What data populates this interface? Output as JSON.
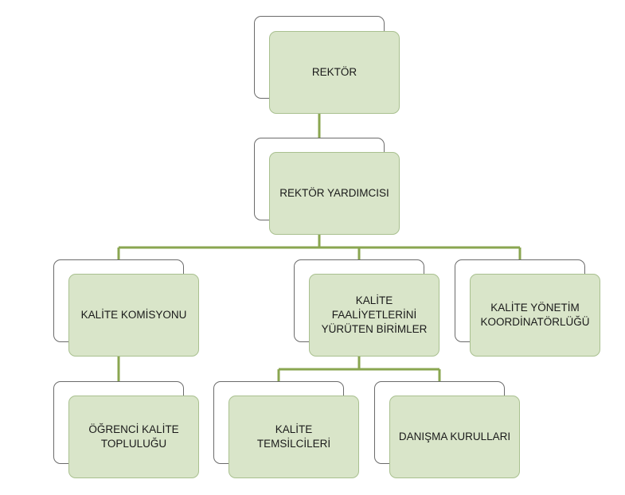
{
  "diagram": {
    "line_color": "#8aa650",
    "nodes": {
      "rektor": "REKTÖR",
      "rektor_yardimcisi": "REKTÖR YARDIMCISI",
      "kalite_komisyonu": "KALİTE KOMİSYONU",
      "kalite_faaliyetleri": "KALİTE\nFAALİYETLERİNİ\nYÜRÜTEN BİRİMLER",
      "kalite_yonetim": "KALİTE YÖNETİM\nKOORDİNATÖRLÜĞÜ",
      "ogrenci_kalite": "ÖĞRENCİ KALİTE\nTOPLULUĞU",
      "kalite_temsilcileri": "KALİTE TEMSİLCİLERİ",
      "danisma_kurullari": "DANIŞMA KURULLARI"
    }
  }
}
